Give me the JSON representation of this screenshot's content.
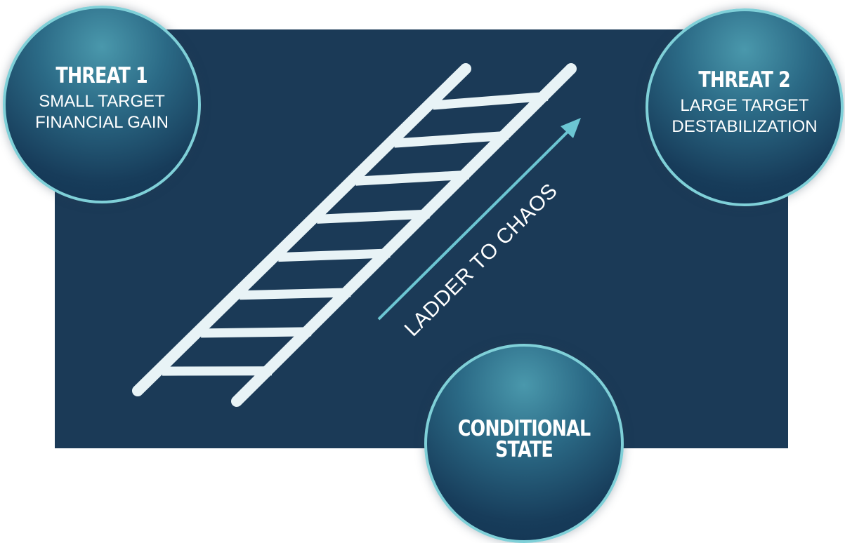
{
  "threat1": {
    "title": "THREAT 1",
    "line1": "SMALL TARGET",
    "line2": "FINANCIAL GAIN"
  },
  "threat2": {
    "title": "THREAT 2",
    "line1": "LARGE TARGET",
    "line2": "DESTABILIZATION"
  },
  "conditional": {
    "line1": "CONDITIONAL",
    "line2": "STATE"
  },
  "ladder_label": "LADDER TO CHAOS",
  "colors": {
    "panel": "#1b3a57",
    "ladder": "#e8f3f6",
    "arrow": "#6cc6d3",
    "circle_border": "#7fd0d8"
  }
}
